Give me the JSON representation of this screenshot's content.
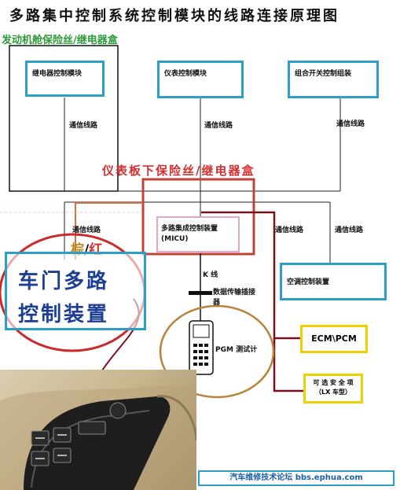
{
  "header": {
    "title": "多路集中控制系统控制模块的线路连接原理图",
    "subtitle": "发动机舱保险丝/继电器盒"
  },
  "modules": {
    "relay_control": "继电器控制模块",
    "instrument_control": "仪表控制模块",
    "combo_switch_control": "组合开关控制组装",
    "micu_name": "多路集成控制装置",
    "micu_code": "(MICU)",
    "ac_control": "空调控制装置",
    "door_multiplex": [
      "车门多路",
      "控制装置"
    ],
    "ecm_pcm": "ECM\\PCM",
    "optional_line1": "可 选 安 全 项",
    "optional_line2": "（LX 车型）",
    "pgm_tester": "PGM 测试计"
  },
  "labels": {
    "comm_line": "通信线路",
    "dash_fuse_box": "仪表板下保险丝/继电器盒",
    "wire_brown": "棕",
    "wire_sep": "/",
    "wire_red": "红",
    "k_line": "K 线",
    "data_connector": [
      "数据传输插接",
      "器"
    ]
  },
  "footer": {
    "text": "汽车维修技术论坛 bbs.ephua.com"
  },
  "colors": {
    "teal_border": "#2b9fc8",
    "dark_red_wire": "#7a1020",
    "red_frame": "#c0433a",
    "brown_circle": "#b8843c",
    "big_red_circle": "#cc2a2a",
    "yellow_border": "#f0d000",
    "pink_border": "#e3a7c7"
  }
}
